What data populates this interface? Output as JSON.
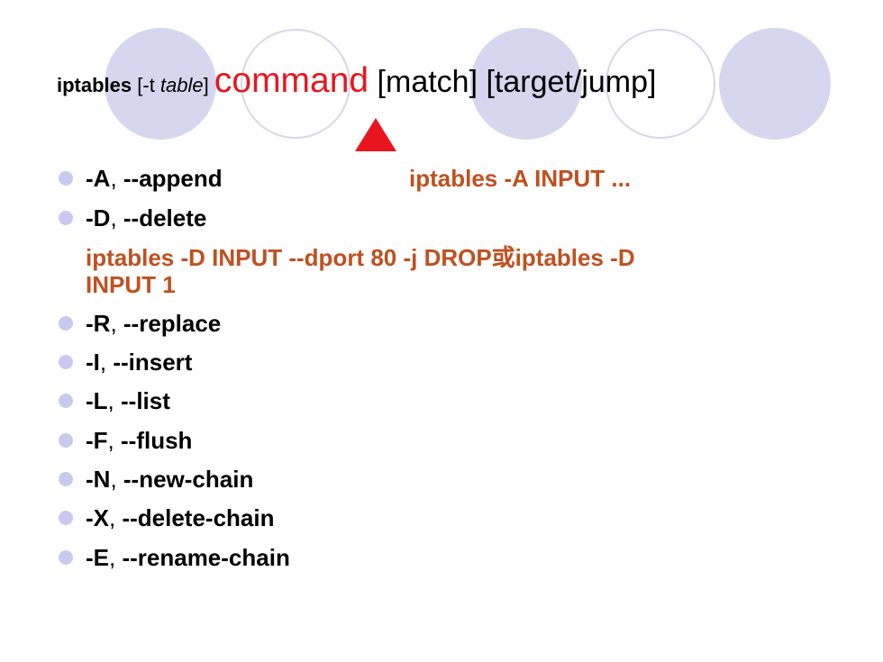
{
  "colors": {
    "accent_red": "#e8151f",
    "example_orange": "#c0501f",
    "bullet_dot": "#c9c9ef",
    "circle_fill": "#d6d6ee",
    "circle_stroke": "#d6d6ee"
  },
  "title": {
    "cmd_name": "iptables",
    "opt_open": " [-t ",
    "opt_table": "table",
    "opt_close": "] ",
    "command": "command",
    "rest": " [match] [target/jump]"
  },
  "bullets": [
    {
      "flag": "-A",
      "sep": ", ",
      "long": "--append"
    },
    {
      "flag": "-D",
      "sep": ", ",
      "long": "--delete"
    },
    {
      "flag": "-R",
      "sep": ", ",
      "long": "--replace"
    },
    {
      "flag": "-I",
      "sep": ", ",
      "long": "--insert"
    },
    {
      "flag": "-L",
      "sep": ", ",
      "long": "--list"
    },
    {
      "flag": "-F",
      "sep": ", ",
      "long": "--flush"
    },
    {
      "flag": "-N",
      "sep": ", ",
      "long": "--new-chain"
    },
    {
      "flag": "-X",
      "sep": ", ",
      "long": "--delete-chain"
    },
    {
      "flag": "-E",
      "sep": ", ",
      "long": "--rename-chain"
    }
  ],
  "examples": {
    "append": "iptables -A INPUT ...",
    "delete_line1": "iptables -D INPUT  --dport 80 -j DROP或iptables -D",
    "delete_line2": "INPUT  1"
  }
}
